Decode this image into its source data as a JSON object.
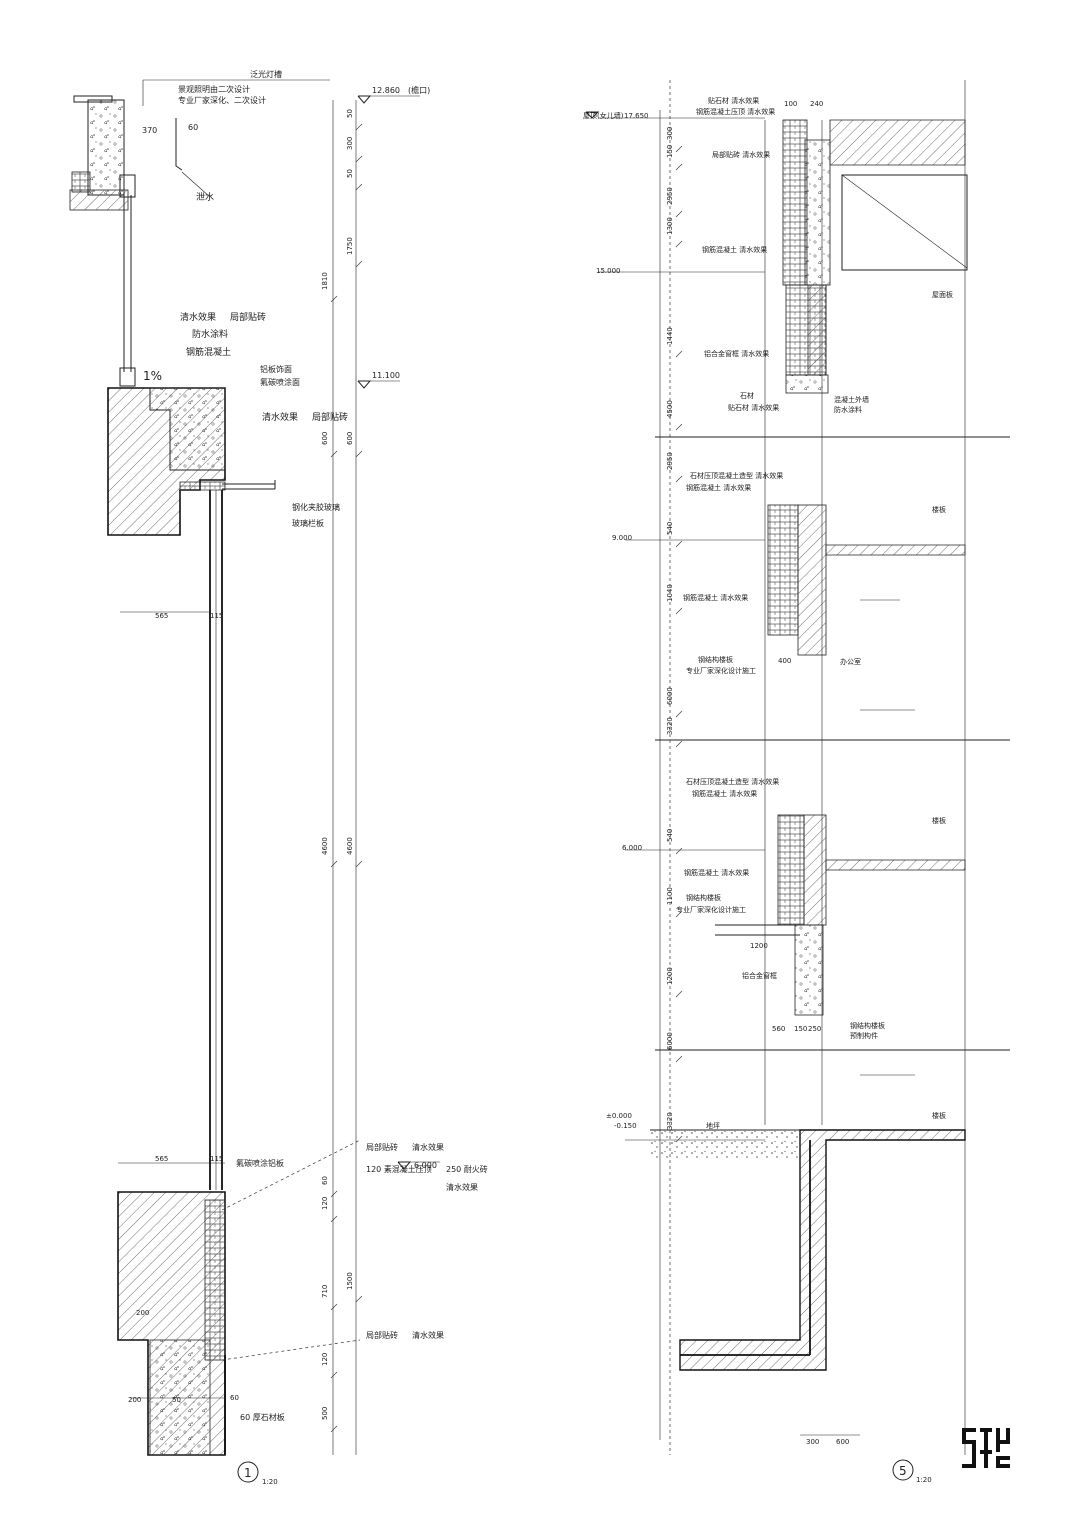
{
  "detail1": {
    "labels": {
      "top_note": "泛光灯槽",
      "design_note": "景观照明由二次设计",
      "design_note2": "专业厂家深化、二次设计",
      "level_top": "12.860",
      "level_top_tag": "(檐口)",
      "dim_370": "370",
      "dim_60": "60",
      "drain": "泄水",
      "finish1": "清水效果",
      "finish1b": "局部贴砖",
      "finish2": "防水涂料",
      "finish3": "钢筋混凝土",
      "slope": "1%",
      "coping1": "铝板饰面",
      "coping2": "氟碳喷涂面",
      "level_11": "11.100",
      "qingshui": "清水效果",
      "tiezhuan": "局部贴砖",
      "glass1": "钢化夹胶玻璃",
      "glass2": "玻璃栏板",
      "dim_565a": "565",
      "dim_115a": "115",
      "dim_565b": "565",
      "dim_115b": "115",
      "fluoro": "氟碳喷涂铝板",
      "level_6": "6.000",
      "note_a": "局部贴砖",
      "note_a2": "清水效果",
      "note_b": "120 素混凝土压顶",
      "note_b2": "250 耐火砖",
      "note_c": "清水效果",
      "note_d": "局部贴砖",
      "note_d2": "清水效果",
      "dim_200": "200",
      "dim_50": "50",
      "dim_60b": "60",
      "stone": "60 厚石材板",
      "dim_200b": "200",
      "tag": "1",
      "scale": "1:20"
    },
    "dims_outer": [
      "50",
      "300",
      "50",
      "1750",
      "600",
      "4600",
      "1500"
    ],
    "dims_inner": [
      "1810",
      "600",
      "4600",
      "60",
      "120",
      "710",
      "120",
      "500"
    ]
  },
  "detail5": {
    "labels": {
      "roof_level": "屋顶(女儿墙)",
      "roof_val": "17.650",
      "note_r1": "贴石材  清水效果",
      "note_r2": "钢筋混凝土压顶 清水效果",
      "dim_top1": "100",
      "dim_top2": "240",
      "note_r3": "局部贴砖  清水效果",
      "note_r4": "钢筋混凝土 清水效果",
      "level_15": "15.000",
      "note_r5": "铝合金窗框 清水效果",
      "note_r6": "石材",
      "note_r7": "贴石材  清水效果",
      "note_r8": "混凝土外墙",
      "note_r9": "防水涂料",
      "label_roofing": "屋面板",
      "note_m1": "石材压顶混凝土造型 清水效果",
      "note_m2": "钢筋混凝土 清水效果",
      "level_9": "9.000",
      "note_m3": "钢筋混凝土 清水效果",
      "note_m4": "钢结构楼板",
      "note_m5": "专业厂家深化设计施工",
      "dim_400": "400",
      "label_floor": "楼板",
      "label_room": "办公室",
      "level_6": "6.000",
      "note_l1": "石材压顶混凝土造型 清水效果",
      "note_l2": "钢筋混凝土 清水效果",
      "note_l3": "钢筋混凝土 清水效果",
      "note_l4": "钢结构楼板",
      "note_l5": "专业厂家深化设计施工",
      "dim_1200": "1200",
      "note_l6": "铝合金窗框",
      "dim_560": "560",
      "dim_150": "150",
      "dim_250": "250",
      "note_l7": "钢结构楼板",
      "note_l8": "预制构件",
      "label_floor2": "楼板",
      "label_floor3": "楼板",
      "level_0": "±0.000",
      "level_0b": "-0.150",
      "label_ground": "地坪",
      "dim_b1": "300",
      "dim_b2": "600",
      "tag": "5",
      "scale": "1:20"
    },
    "dims_left": [
      "300",
      "150",
      "2950",
      "1300",
      "1440",
      "4500",
      "2950",
      "540",
      "1040",
      "6000",
      "3320",
      "540",
      "1100",
      "1200",
      "6000",
      "3320"
    ]
  }
}
